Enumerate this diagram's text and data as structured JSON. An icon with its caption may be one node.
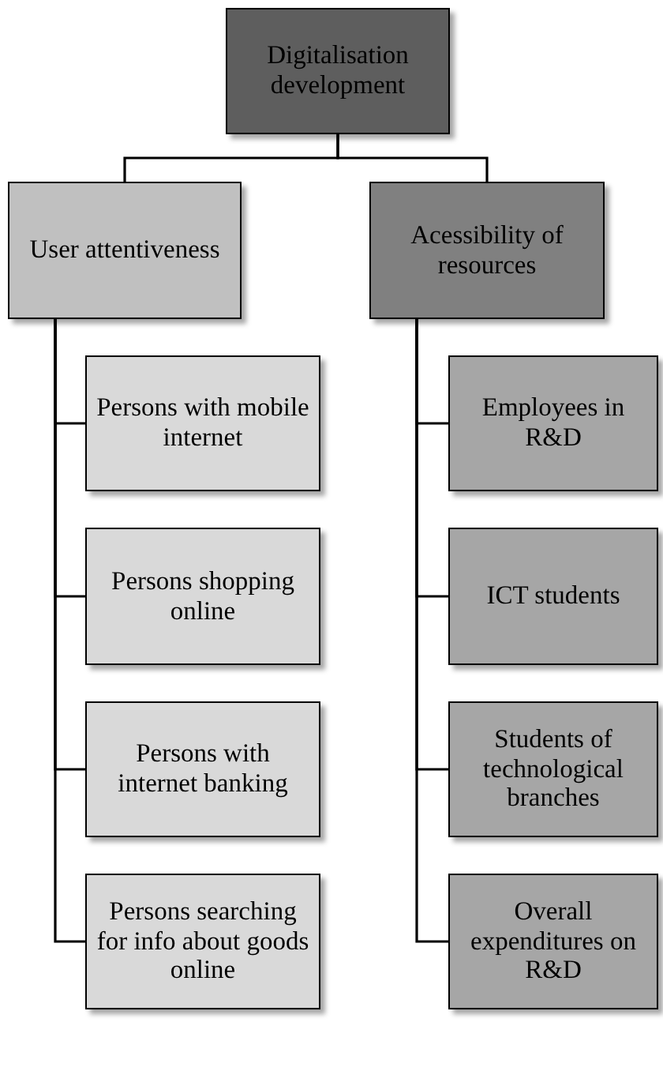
{
  "diagram": {
    "nodes": [
      {
        "text": [
          "Digitalisation development"
        ]
      },
      {
        "text": [
          "User attentiveness"
        ]
      },
      {
        "text": [
          "Acessibility of resources"
        ]
      },
      {
        "text": [
          "Persons with mobile internet"
        ]
      },
      {
        "text": [
          "Persons shopping online"
        ]
      },
      {
        "text": [
          "Persons with internet banking"
        ]
      },
      {
        "text": [
          "Persons searching for info about goods online"
        ]
      },
      {
        "text": [
          "Employees in R&D"
        ]
      },
      {
        "text": [
          "ICT students"
        ]
      },
      {
        "text": [
          "Students  of technological branches"
        ]
      },
      {
        "text": [
          "Overall expenditures on R&D"
        ]
      }
    ],
    "edges": [
      {
        "from": 0,
        "to": 1,
        "arrow": "none"
      },
      {
        "from": 0,
        "to": 2,
        "arrow": "none"
      },
      {
        "from": 1,
        "to": 3,
        "arrow": "none"
      },
      {
        "from": 1,
        "to": 4,
        "arrow": "none"
      },
      {
        "from": 1,
        "to": 5,
        "arrow": "none"
      },
      {
        "from": 1,
        "to": 6,
        "arrow": "none"
      },
      {
        "from": 2,
        "to": 7,
        "arrow": "none"
      },
      {
        "from": 2,
        "to": 8,
        "arrow": "none"
      },
      {
        "from": 2,
        "to": 9,
        "arrow": "none"
      },
      {
        "from": 2,
        "to": 10,
        "arrow": "none"
      }
    ]
  }
}
